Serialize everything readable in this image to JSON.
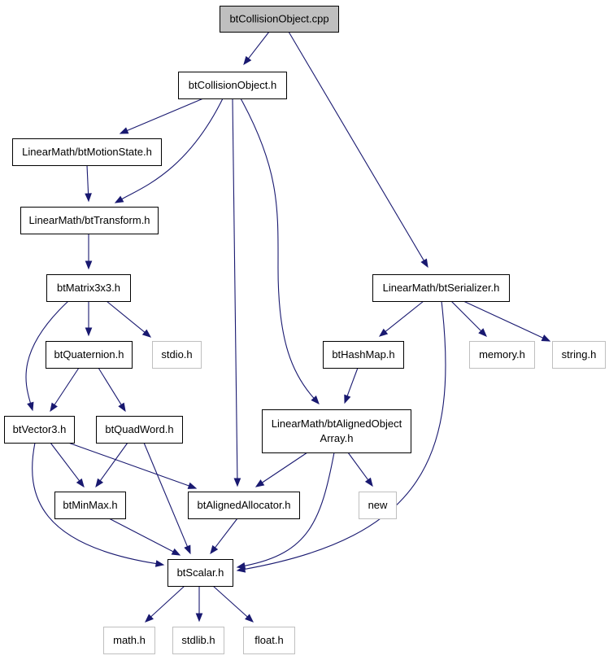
{
  "colors": {
    "edge": "#191970",
    "root_fill": "#bfbfbf",
    "node_fill": "#ffffff",
    "node_stroke": "#000000",
    "external_stroke": "#bfbfbf"
  },
  "nodes": [
    {
      "id": "root",
      "lines": [
        "btCollisionObject.cpp"
      ],
      "kind": "root"
    },
    {
      "id": "colobj_h",
      "lines": [
        "btCollisionObject.h"
      ],
      "kind": "file"
    },
    {
      "id": "motionstate",
      "lines": [
        "LinearMath/btMotionState.h"
      ],
      "kind": "file"
    },
    {
      "id": "transform",
      "lines": [
        "LinearMath/btTransform.h"
      ],
      "kind": "file"
    },
    {
      "id": "matrix3x3",
      "lines": [
        "btMatrix3x3.h"
      ],
      "kind": "file"
    },
    {
      "id": "stdio",
      "lines": [
        "stdio.h"
      ],
      "kind": "external"
    },
    {
      "id": "quaternion",
      "lines": [
        "btQuaternion.h"
      ],
      "kind": "file"
    },
    {
      "id": "vector3",
      "lines": [
        "btVector3.h"
      ],
      "kind": "file"
    },
    {
      "id": "quadword",
      "lines": [
        "btQuadWord.h"
      ],
      "kind": "file"
    },
    {
      "id": "minmax",
      "lines": [
        "btMinMax.h"
      ],
      "kind": "file"
    },
    {
      "id": "alignedalloc",
      "lines": [
        "btAlignedAllocator.h"
      ],
      "kind": "file"
    },
    {
      "id": "scalar",
      "lines": [
        "btScalar.h"
      ],
      "kind": "file"
    },
    {
      "id": "math",
      "lines": [
        "math.h"
      ],
      "kind": "external"
    },
    {
      "id": "stdlib",
      "lines": [
        "stdlib.h"
      ],
      "kind": "external"
    },
    {
      "id": "float",
      "lines": [
        "float.h"
      ],
      "kind": "external"
    },
    {
      "id": "serializer",
      "lines": [
        "LinearMath/btSerializer.h"
      ],
      "kind": "file"
    },
    {
      "id": "hashmap",
      "lines": [
        "btHashMap.h"
      ],
      "kind": "file"
    },
    {
      "id": "memory",
      "lines": [
        "memory.h"
      ],
      "kind": "external"
    },
    {
      "id": "string",
      "lines": [
        "string.h"
      ],
      "kind": "external"
    },
    {
      "id": "alignedarray",
      "lines": [
        "LinearMath/btAlignedObject",
        "Array.h"
      ],
      "kind": "file"
    },
    {
      "id": "new",
      "lines": [
        "new"
      ],
      "kind": "external"
    }
  ],
  "edges": [
    {
      "from": "root",
      "to": "colobj_h"
    },
    {
      "from": "root",
      "to": "serializer"
    },
    {
      "from": "colobj_h",
      "to": "motionstate"
    },
    {
      "from": "colobj_h",
      "to": "transform"
    },
    {
      "from": "colobj_h",
      "to": "alignedalloc"
    },
    {
      "from": "colobj_h",
      "to": "alignedarray"
    },
    {
      "from": "motionstate",
      "to": "transform"
    },
    {
      "from": "transform",
      "to": "matrix3x3"
    },
    {
      "from": "matrix3x3",
      "to": "vector3"
    },
    {
      "from": "matrix3x3",
      "to": "quaternion"
    },
    {
      "from": "matrix3x3",
      "to": "stdio"
    },
    {
      "from": "quaternion",
      "to": "vector3"
    },
    {
      "from": "quaternion",
      "to": "quadword"
    },
    {
      "from": "vector3",
      "to": "minmax"
    },
    {
      "from": "vector3",
      "to": "alignedalloc"
    },
    {
      "from": "vector3",
      "to": "scalar"
    },
    {
      "from": "quadword",
      "to": "minmax"
    },
    {
      "from": "quadword",
      "to": "scalar"
    },
    {
      "from": "minmax",
      "to": "scalar"
    },
    {
      "from": "alignedalloc",
      "to": "scalar"
    },
    {
      "from": "scalar",
      "to": "math"
    },
    {
      "from": "scalar",
      "to": "stdlib"
    },
    {
      "from": "scalar",
      "to": "float"
    },
    {
      "from": "serializer",
      "to": "hashmap"
    },
    {
      "from": "serializer",
      "to": "memory"
    },
    {
      "from": "serializer",
      "to": "string"
    },
    {
      "from": "serializer",
      "to": "scalar"
    },
    {
      "from": "hashmap",
      "to": "alignedarray"
    },
    {
      "from": "alignedarray",
      "to": "alignedalloc"
    },
    {
      "from": "alignedarray",
      "to": "new"
    },
    {
      "from": "alignedarray",
      "to": "scalar"
    }
  ]
}
